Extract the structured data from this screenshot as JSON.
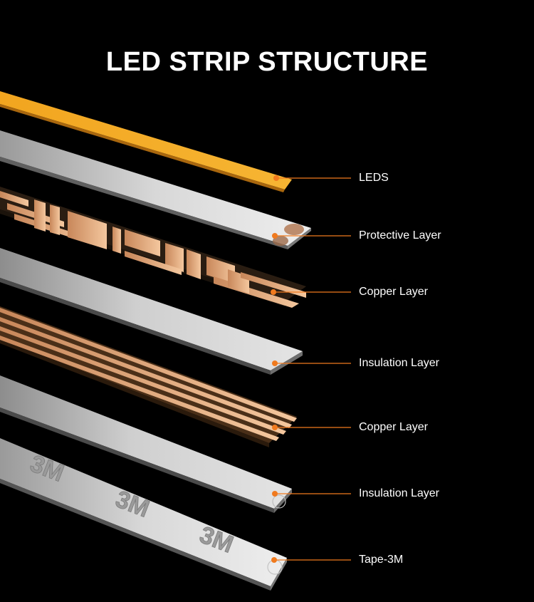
{
  "title": "LED STRIP STRUCTURE",
  "accent_color": "#f07a1e",
  "tape_brand_text": "3M",
  "layers": [
    {
      "label": "LEDS"
    },
    {
      "label": "Protective Layer"
    },
    {
      "label": "Copper Layer"
    },
    {
      "label": "Insulation Layer"
    },
    {
      "label": "Copper Layer"
    },
    {
      "label": "Insulation Layer"
    },
    {
      "label": "Tape-3M"
    }
  ]
}
